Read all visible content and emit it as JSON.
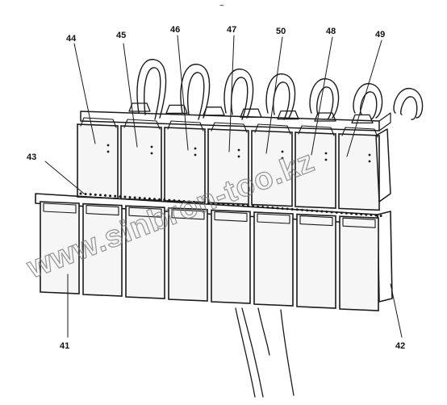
{
  "diagram": {
    "top_mark": "~",
    "callouts": {
      "c41": "41",
      "c42": "42",
      "c43": "43",
      "c44": "44",
      "c45": "45",
      "c46": "46",
      "c47": "47",
      "c48": "48",
      "c49": "49",
      "c50": "50"
    },
    "watermark": "www.sinbron-too.kz",
    "colors": {
      "ink": "#1a1a1a",
      "paper": "#ffffff",
      "watermark": "#7a7a7a"
    }
  }
}
